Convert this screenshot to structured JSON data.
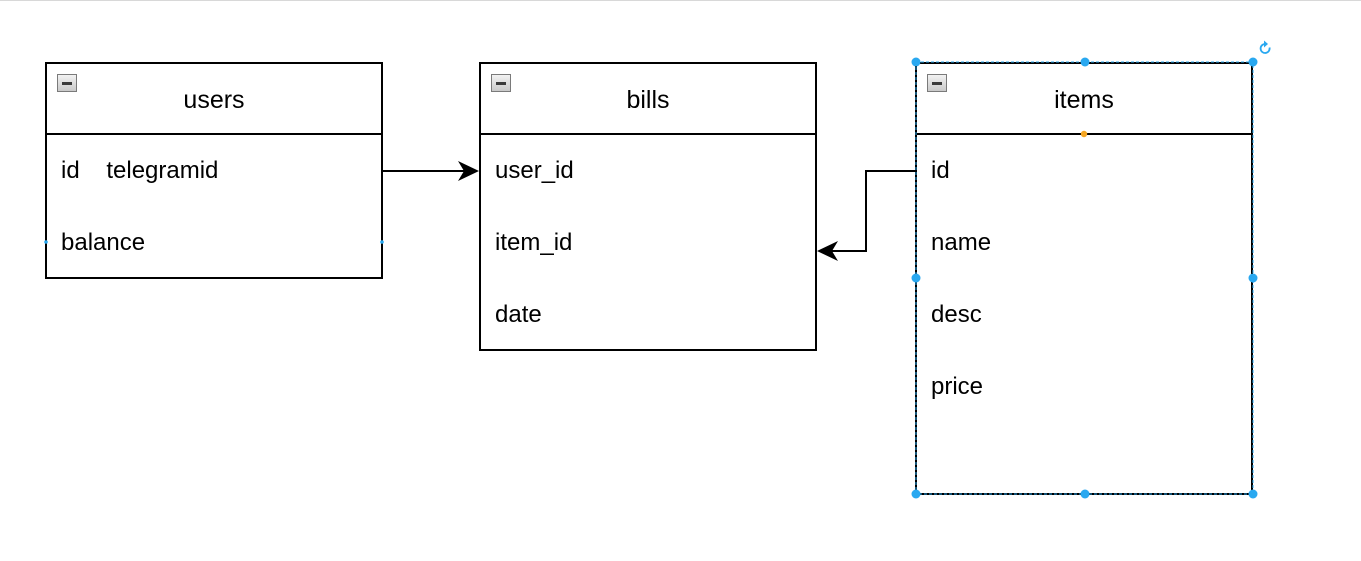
{
  "tables": {
    "users": {
      "title": "users",
      "rows": [
        "id    telegramid",
        "balance"
      ]
    },
    "bills": {
      "title": "bills",
      "rows": [
        "user_id",
        "item_id",
        "date"
      ]
    },
    "items": {
      "title": "items",
      "rows": [
        "id",
        "name",
        "desc",
        "price"
      ]
    }
  },
  "colors": {
    "selection": "#29a8f0",
    "connection_point": "#f5a623",
    "line": "#000000"
  }
}
